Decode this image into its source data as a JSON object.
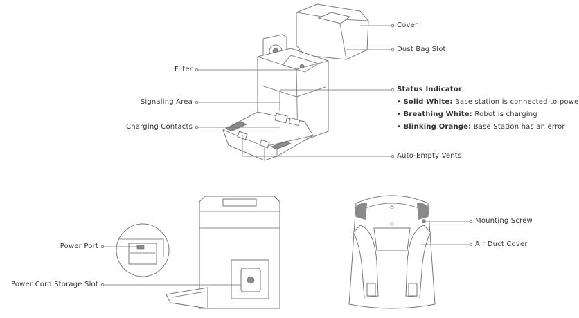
{
  "callouts": {
    "cover": "Cover",
    "dust_bag_slot": "Dust Bag Slot",
    "filter": "Filter",
    "status_indicator": "Status Indicator",
    "signaling_area": "Signaling Area",
    "charging_contacts": "Charging Contacts",
    "auto_empty_vents": "Auto-Empty Vents",
    "power_port": "Power Port",
    "power_cord_storage_slot": "Power Cord Storage Slot",
    "mounting_screw": "Mounting Screw",
    "air_duct_cover": "Air Duct Cover"
  },
  "status_states": [
    {
      "name": "Solid White:",
      "desc": "Base station is connected to power"
    },
    {
      "name": "Breathing White:",
      "desc": "Robot is charging"
    },
    {
      "name": "Blinking Orange:",
      "desc": "Base Station has an error"
    }
  ]
}
